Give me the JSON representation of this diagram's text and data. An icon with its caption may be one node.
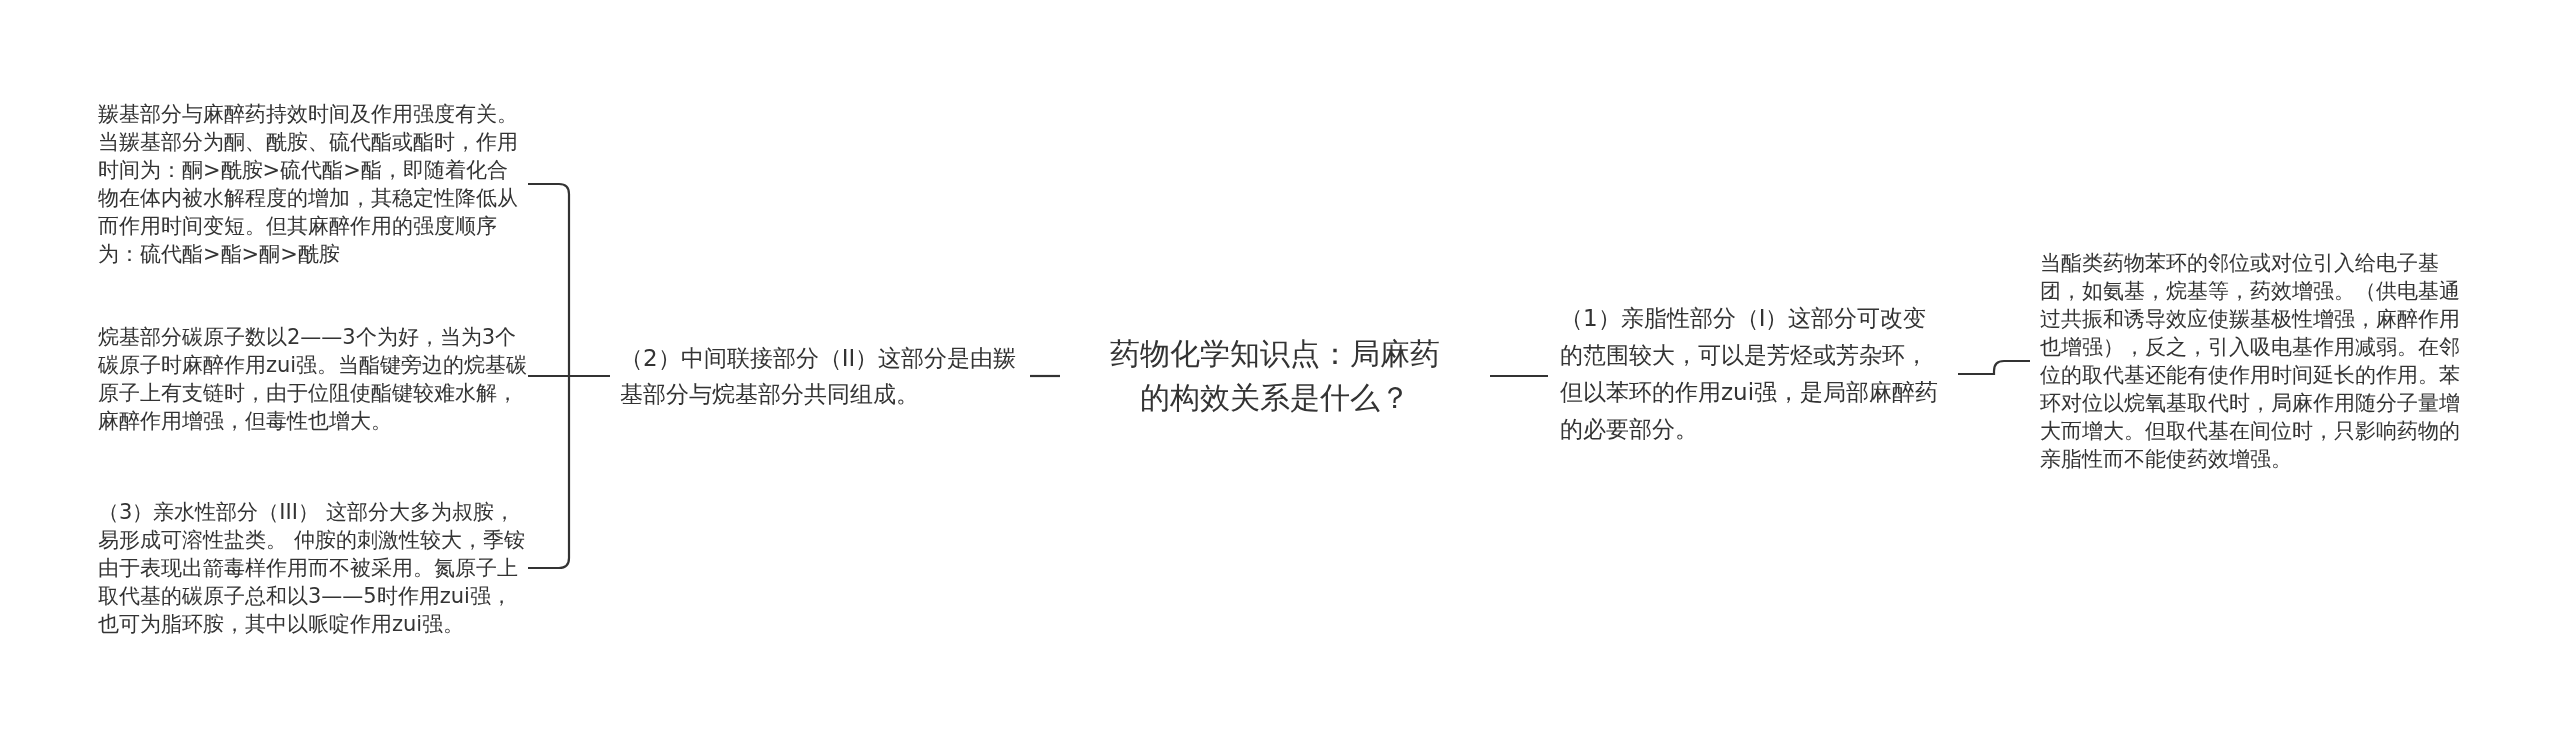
{
  "diagram": {
    "nodes": [
      {
        "text": [
          "药物化学知识点：局麻药的构效关系是什么？"
        ]
      },
      {
        "text": [
          "（2）中间联接部分（II）这部分是由羰基部分与烷基部分共同组成。"
        ]
      },
      {
        "text": [
          "羰基部分与麻醉药持效时间及作用强度有关。当羰基部分为酮、酰胺、硫代酯或酯时，作用时间为：酮>酰胺>硫代酯>酯，即随着化合物在体内被水解程度的增加，其稳定性降低从而作用时间变短。但其麻醉作用的强度顺序为：硫代酯>酯>酮>酰胺"
        ]
      },
      {
        "text": [
          "烷基部分碳原子数以2——3个为好，当为3个碳原子时麻醉作用zui强。当酯键旁边的烷基碳原子上有支链时，由于位阻使酯键较难水解，麻醉作用增强，但毒性也增大。"
        ]
      },
      {
        "text": [
          "（3）亲水性部分（III） 这部分大多为叔胺，易形成可溶性盐类。 仲胺的刺激性较大，季铵由于表现出箭毒样作用而不被采用。氮原子上取代基的碳原子总和以3——5时作用zui强，也可为脂环胺，其中以哌啶作用zui强。"
        ]
      },
      {
        "text": [
          "（1）亲脂性部分（I）这部分可改变的范围较大，可以是芳烃或芳杂环，但以苯环的作用zui强，是局部麻醉药的必要部分。"
        ]
      },
      {
        "text": [
          "当酯类药物苯环的邻位或对位引入给电子基团，如氨基，烷基等，药效增强。（供电基通过共振和诱导效应使羰基极性增强，麻醉作用也增强），反之，引入吸电基作用减弱。在邻位的取代基还能有使作用时间延长的作用。苯环对位以烷氧基取代时，局麻作用随分子量增大而增大。但取代基在间位时，只影响药物的亲脂性而不能使药效增强。"
        ]
      }
    ],
    "edges": [
      {
        "from": 0,
        "to": 1,
        "arrow": "none"
      },
      {
        "from": 1,
        "to": 2,
        "arrow": "none"
      },
      {
        "from": 1,
        "to": 3,
        "arrow": "none"
      },
      {
        "from": 1,
        "to": 4,
        "arrow": "none"
      },
      {
        "from": 0,
        "to": 5,
        "arrow": "none"
      },
      {
        "from": 5,
        "to": 6,
        "arrow": "none"
      }
    ]
  }
}
